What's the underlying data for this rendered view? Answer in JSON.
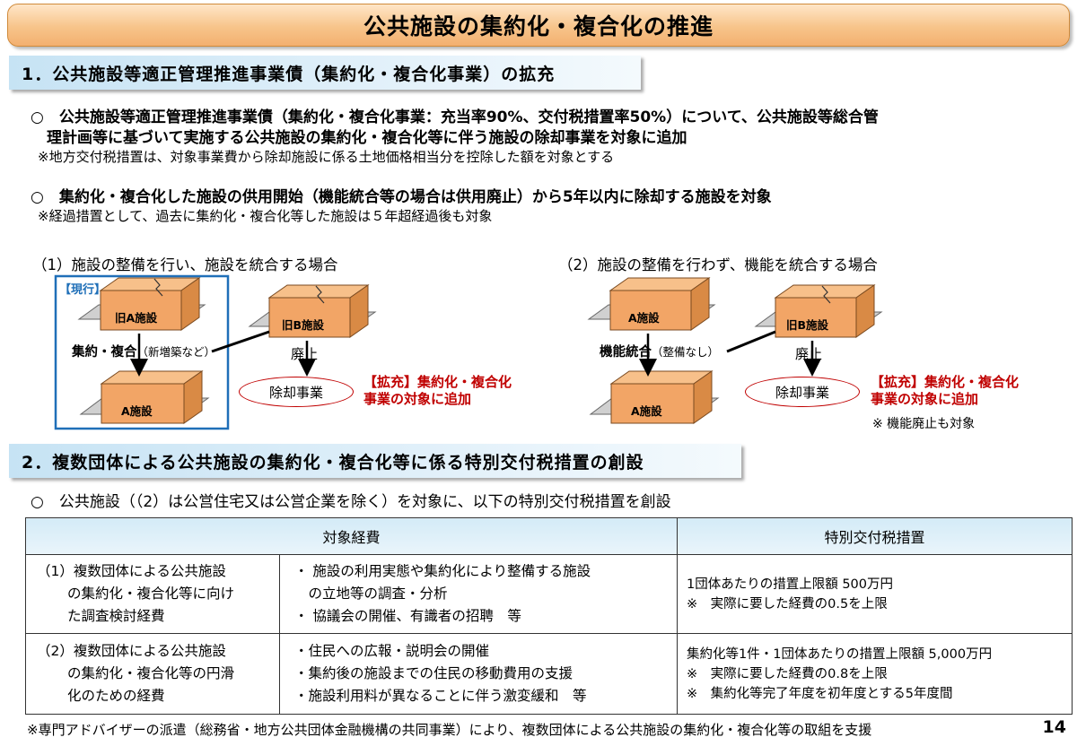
{
  "title": "公共施設の集約化・複合化の推進",
  "section1": {
    "heading": "1．公共施設等適正管理推進事業債（集約化・複合化事業）の拡充",
    "bullet1_line1": "○　公共施設等適正管理推進事業債（集約化・複合化事業：充当率90%、交付税措置率50%）について、公共施設等総合管",
    "bullet1_line2": "理計画等に基づいて実施する公共施設の集約化・複合化等に伴う施設の除却事業を対象に追加",
    "note1": "※地方交付税措置は、対象事業費から除却施設に係る土地価格相当分を控除した額を対象とする",
    "bullet2": "○　集約化・複合化した施設の供用開始（機能統合等の場合は供用廃止）から5年以内に除却する施設を対象",
    "note2": "※経過措置として、過去に集約化・複合化等した施設は５年超経過後も対象"
  },
  "case1": {
    "title": "（1）施設の整備を行い、施設を統合する場合",
    "current_label": "【現行】",
    "old_a": "旧A施設",
    "old_b": "旧B施設",
    "action": "集約・複合",
    "action_note": "（新増築など）",
    "new_a": "A施設",
    "abolish": "廃止",
    "removal": "除却事業",
    "expansion_line1": "【拡充】集約化・複合化",
    "expansion_line2": "事業の対象に追加"
  },
  "case2": {
    "title": "（2）施設の整備を行わず、機能を統合する場合",
    "a_top": "A施設",
    "old_b": "旧B施設",
    "action": "機能統合",
    "action_note": "（整備なし）",
    "new_a": "A施設",
    "abolish": "廃止",
    "removal": "除却事業",
    "expansion_line1": "【拡充】集約化・複合化",
    "expansion_line2": "事業の対象に追加",
    "note": "※ 機能廃止も対象"
  },
  "section2": {
    "heading": "2．複数団体による公共施設の集約化・複合化等に係る特別交付税措置の創設",
    "bullet": "○　公共施設（（2）は公営住宅又は公営企業を除く）を対象に、以下の特別交付税措置を創設"
  },
  "table": {
    "header_left": "対象経費",
    "header_right": "特別交付税措置",
    "rows": [
      {
        "name": [
          "（1）複数団体による公共施設",
          "の集約化・複合化等に向け",
          "た調査検討経費"
        ],
        "items": [
          "・ 施設の利用実態や集約化により整備する施設",
          "　の立地等の調査・分析",
          "・ 協議会の開催、有識者の招聘　等"
        ],
        "measure": [
          "1団体あたりの措置上限額 500万円",
          "※　実際に要した経費の0.5を上限"
        ]
      },
      {
        "name": [
          "（2）複数団体による公共施設",
          "の集約化・複合化等の円滑",
          "化のための経費"
        ],
        "items": [
          "・住民への広報・説明会の開催",
          "・集約後の施設までの住民の移動費用の支援",
          "・施設利用料が異なることに伴う激変緩和　等"
        ],
        "measure": [
          "集約化等1件・1団体あたりの措置上限額 5,000万円",
          "※　実際に要した経費の0.8を上限",
          "※　集約化等完了年度を初年度とする5年度間"
        ]
      }
    ]
  },
  "footer": "※専門アドバイザーの派遣（総務省・地方公共団体金融機構の共同事業）により、複数団体による公共施設の集約化・複合化等の取組を支援",
  "page_number": "14",
  "colors": {
    "accent_red": "#c00000",
    "box_orange": "#f2a566",
    "frame_blue": "#1f6fb8"
  }
}
